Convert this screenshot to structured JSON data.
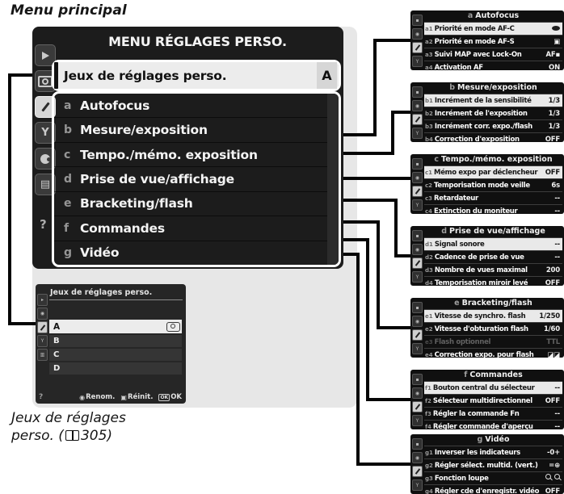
{
  "page": {
    "title": "Menu principal",
    "caption": {
      "line1": "Jeux de réglages",
      "line2_pre": "perso. (",
      "page_ref": "305",
      "line2_post": ")"
    }
  },
  "colors": {
    "screen_bg": "#1c1c1c",
    "highlight": "#ececec",
    "connector": "#050505",
    "backdrop": "#e7e7e7"
  },
  "main_menu": {
    "title": "MENU RÉGLAGES PERSO.",
    "selected_item": {
      "label": "Jeux de réglages perso.",
      "value": "A"
    },
    "items": [
      {
        "letter": "a",
        "label": "Autofocus"
      },
      {
        "letter": "b",
        "label": "Mesure/exposition"
      },
      {
        "letter": "c",
        "label": "Tempo./mémo. exposition"
      },
      {
        "letter": "d",
        "label": "Prise de vue/affichage"
      },
      {
        "letter": "e",
        "label": "Bracketing/flash"
      },
      {
        "letter": "f",
        "label": "Commandes"
      },
      {
        "letter": "g",
        "label": "Vidéo"
      }
    ],
    "sidebar_icons": [
      "playback-icon",
      "camera-icon",
      "pencil-icon",
      "wrench-icon",
      "retouch-icon",
      "my-menu-icon"
    ],
    "help_label": "?"
  },
  "sub_screen": {
    "title": "Jeux de réglages perso.",
    "banks": [
      "A",
      "B",
      "C",
      "D"
    ],
    "selected_bank": "A",
    "help_label": "?",
    "footer": [
      {
        "icon": "thumbnail-button-icon",
        "label": "Renom."
      },
      {
        "icon": "delete-button-icon",
        "label": "Réinit."
      },
      {
        "icon": "ok-button-icon",
        "label": "OK"
      }
    ]
  },
  "panels": [
    {
      "letter": "a",
      "title": "Autofocus",
      "rows": [
        {
          "prefix": "a1",
          "label": "Priorité en mode AF-C",
          "value": "",
          "icon": "release-priority",
          "hl": true
        },
        {
          "prefix": "a2",
          "label": "Priorité en mode AF-S",
          "value": "▣"
        },
        {
          "prefix": "a3",
          "label": "Suivi MAP avec Lock-On",
          "value": "AF▪"
        },
        {
          "prefix": "a4",
          "label": "Activation AF",
          "value": "ON"
        }
      ]
    },
    {
      "letter": "b",
      "title": "Mesure/exposition",
      "rows": [
        {
          "prefix": "b1",
          "label": "Incrément de la sensibilité",
          "value": "1/3",
          "hl": true
        },
        {
          "prefix": "b2",
          "label": "Incrément de l'exposition",
          "value": "1/3"
        },
        {
          "prefix": "b3",
          "label": "Incrément corr. expo./flash",
          "value": "1/3"
        },
        {
          "prefix": "b4",
          "label": "Correction d'exposition",
          "value": "OFF"
        }
      ]
    },
    {
      "letter": "c",
      "title": "Tempo./mémo. exposition",
      "rows": [
        {
          "prefix": "c1",
          "label": "Mémo expo par déclencheur",
          "value": "OFF",
          "hl": true
        },
        {
          "prefix": "c2",
          "label": "Temporisation mode veille",
          "value": "6s"
        },
        {
          "prefix": "c3",
          "label": "Retardateur",
          "value": "--"
        },
        {
          "prefix": "c4",
          "label": "Extinction du moniteur",
          "value": "--"
        }
      ]
    },
    {
      "letter": "d",
      "title": "Prise de vue/affichage",
      "rows": [
        {
          "prefix": "d1",
          "label": "Signal sonore",
          "value": "--",
          "hl": true
        },
        {
          "prefix": "d2",
          "label": "Cadence de prise de vue",
          "value": "--"
        },
        {
          "prefix": "d3",
          "label": "Nombre de vues maximal",
          "value": "200"
        },
        {
          "prefix": "d4",
          "label": "Temporisation miroir levé",
          "value": "OFF"
        }
      ]
    },
    {
      "letter": "e",
      "title": "Bracketing/flash",
      "rows": [
        {
          "prefix": "e1",
          "label": "Vitesse de synchro. flash",
          "value": "1/250",
          "hl": true
        },
        {
          "prefix": "e2",
          "label": "Vitesse d'obturation flash",
          "value": "1/60"
        },
        {
          "prefix": "e3",
          "label": "Flash optionnel",
          "value": "TTL",
          "dim": true
        },
        {
          "prefix": "e4",
          "label": "Correction expo. pour flash",
          "value": "◪◪"
        }
      ]
    },
    {
      "letter": "f",
      "title": "Commandes",
      "rows": [
        {
          "prefix": "f1",
          "label": "Bouton central du sélecteur",
          "value": "--",
          "hl": true
        },
        {
          "prefix": "f2",
          "label": "Sélecteur multidirectionnel",
          "value": "OFF"
        },
        {
          "prefix": "f3",
          "label": "Régler la commande Fn",
          "value": "--"
        },
        {
          "prefix": "f4",
          "label": "Régler commande d'aperçu",
          "value": "--"
        }
      ]
    },
    {
      "letter": "g",
      "title": "Vidéo",
      "rows": [
        {
          "prefix": "g1",
          "label": "Inverser les indicateurs",
          "value": "-0+"
        },
        {
          "prefix": "g2",
          "label": "Régler sélect. multid. (vert.)",
          "value": "=⊕"
        },
        {
          "prefix": "g3",
          "label": "Fonction loupe",
          "value": "",
          "icon": "magnifiers"
        },
        {
          "prefix": "g4",
          "label": "Régler cde d'enregistr. vidéo",
          "value": "OFF"
        }
      ]
    }
  ]
}
